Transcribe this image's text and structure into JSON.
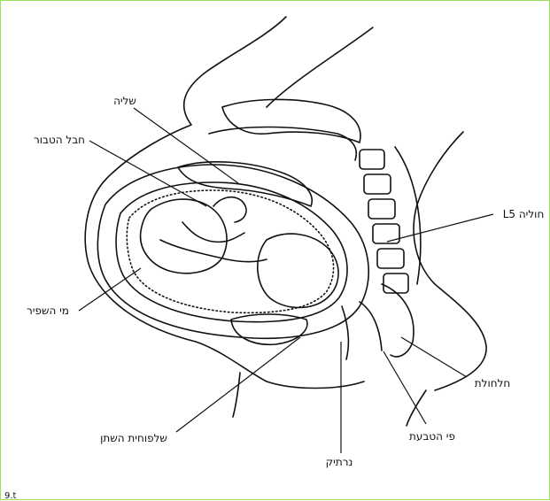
{
  "labels": {
    "placenta": "שליה",
    "umbilical_cord": "חבל הטבור",
    "vertebra": "חוליה L5",
    "amniotic_fluid": "מי השפיר",
    "rectum": "חלחולת",
    "cervix": "פי הטבעת",
    "bladder": "שלפוחית השתן",
    "vagina": "נרתיק"
  },
  "corner_mark": "9.t"
}
